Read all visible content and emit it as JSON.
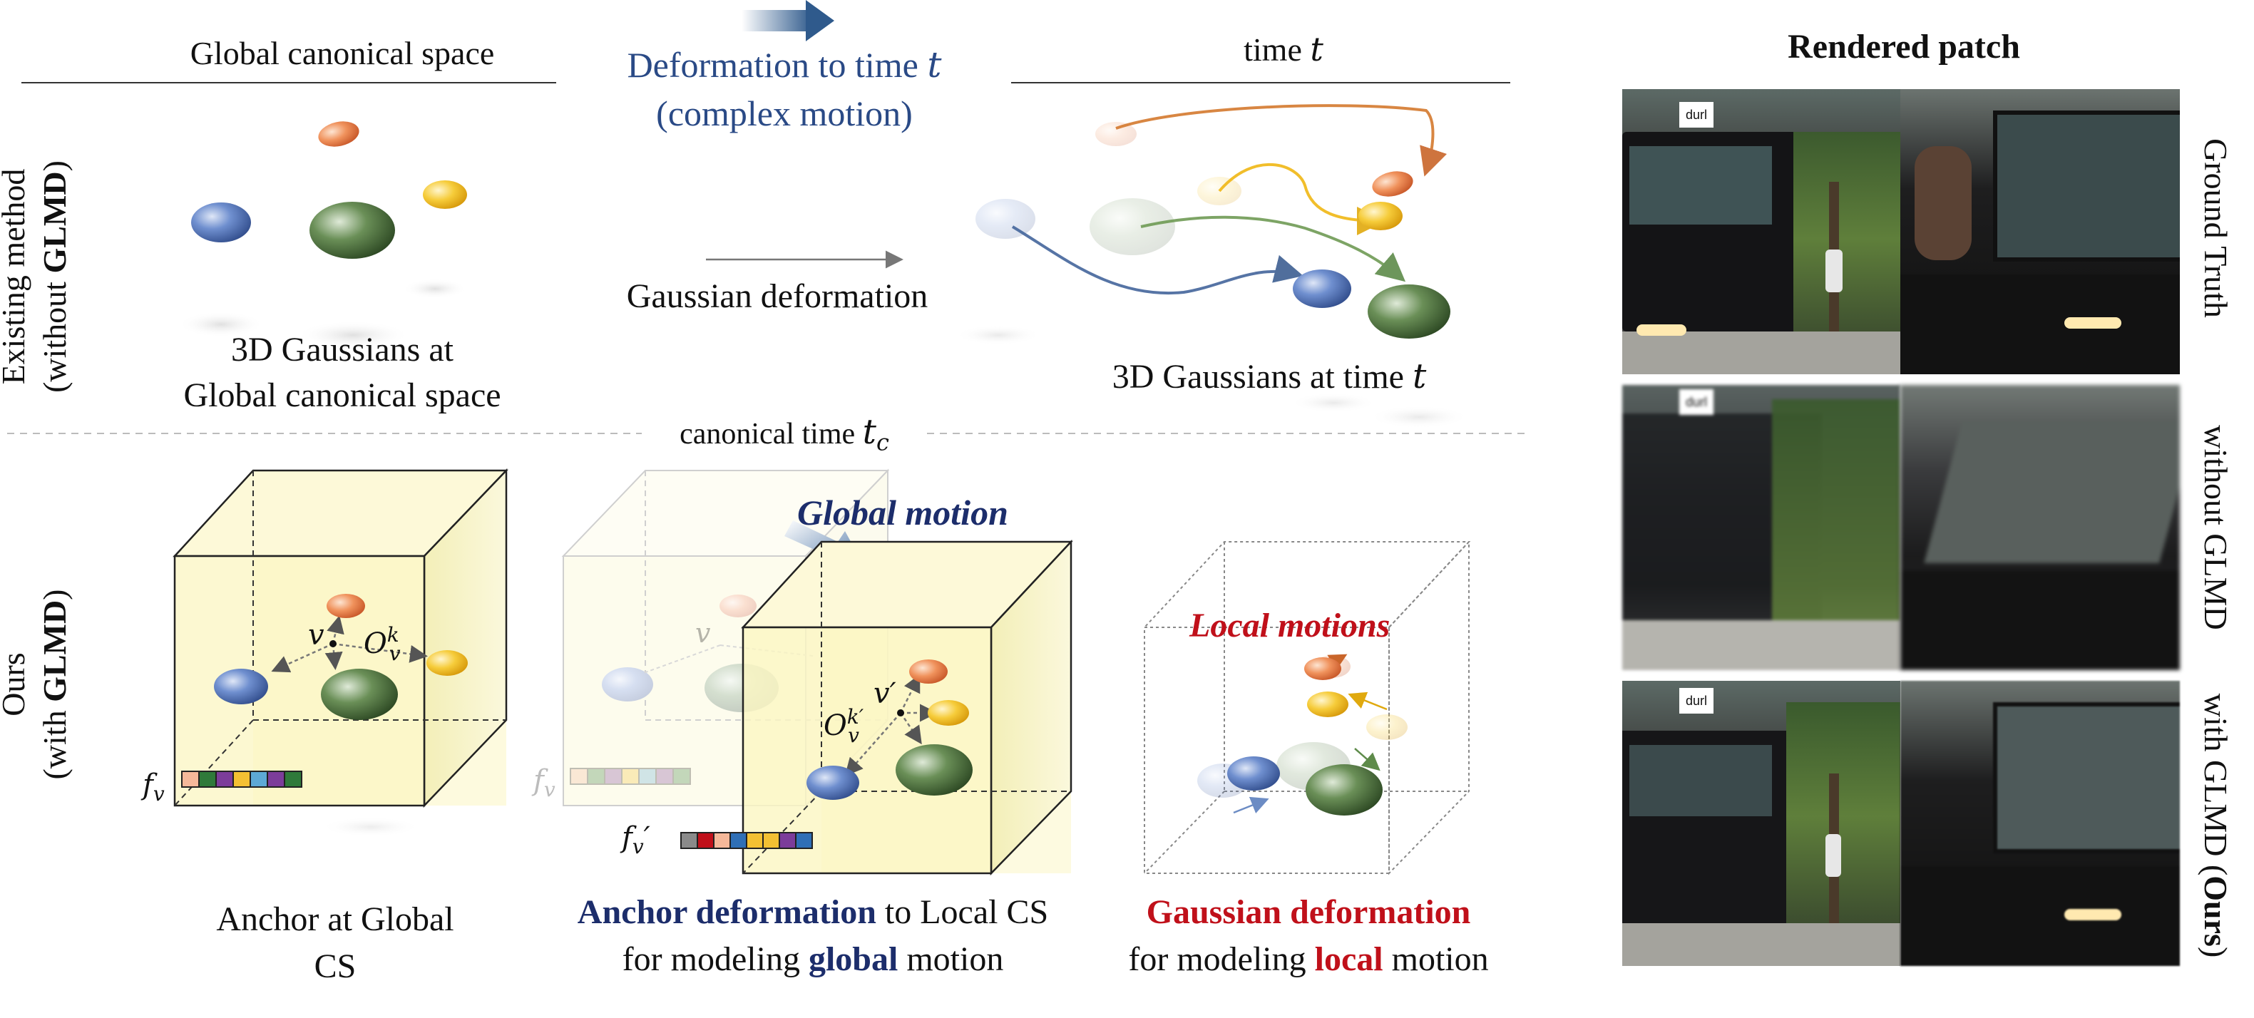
{
  "top": {
    "global_canonical_space": "Global canonical space",
    "deformation_line1": "Deformation to time",
    "deformation_t": "t",
    "deformation_line2": "(complex motion)",
    "time_prefix": "time",
    "time_t": "t",
    "gaussian_deformation": "Gaussian deformation",
    "gaussians_canonical_line1": "3D Gaussians at",
    "gaussians_canonical_line2": "Global canonical space",
    "gaussians_time_prefix": "3D Gaussians at time",
    "gaussians_time_t": "t",
    "canonical_time_prefix": "canonical time",
    "canonical_time_t": "t",
    "canonical_time_sub": "c"
  },
  "row_labels": {
    "existing_line1": "Existing method",
    "existing_line2_prefix": "(without ",
    "existing_line2_bold": "GLMD",
    "existing_line2_suffix": ")",
    "ours_line1": "Ours",
    "ours_line2_prefix": "(with ",
    "ours_line2_bold": "GLMD",
    "ours_line2_suffix": ")"
  },
  "bottom": {
    "global_motion": "Global motion",
    "local_motions": "Local motions",
    "anchor_global_line1": "Anchor at Global",
    "anchor_global_line2": "CS",
    "anchor_deform_bold": "Anchor deformation",
    "anchor_deform_rest": " to Local CS",
    "anchor_deform_line2_prefix": "for modeling ",
    "anchor_deform_line2_bold": "global",
    "anchor_deform_line2_suffix": " motion",
    "gauss_deform_bold": "Gaussian deformation",
    "gauss_deform_line2_prefix": "for modeling  ",
    "gauss_deform_line2_bold": "local",
    "gauss_deform_line2_suffix": " motion",
    "v": "v",
    "v_prime": "v′",
    "o_k": "O",
    "o_k_sup": "k",
    "o_k_sub": "v",
    "o_kp_sup": "k′",
    "f_v": "f",
    "f_v_sub": "v",
    "f_v_prime_sub": "v",
    "prime": "′"
  },
  "right_panel": {
    "title": "Rendered patch",
    "ground_truth": "Ground Truth",
    "without_glmd": "without GLMD",
    "with_glmd_prefix": "with GLMD (",
    "with_glmd_bold": "Ours",
    "with_glmd_suffix": ")",
    "sign_text": "durl"
  },
  "colors": {
    "navy": "#1c2d6b",
    "red": "#c0101a",
    "cube_fill": "#fbf6c2",
    "blue_gaussian": "#5677b8",
    "green_gaussian": "#4f7340",
    "orange_gaussian": "#e9824c",
    "yellow_gaussian": "#f3c22a"
  },
  "feature_colors": [
    "#f5b89a",
    "#2f7a3a",
    "#7c3d9a",
    "#f3c033",
    "#5da9d6",
    "#7c3d9a",
    "#2f7a3a"
  ],
  "feature_colors_prime": [
    "#8a8a8a",
    "#c0101a",
    "#f5b89a",
    "#2f6fb6",
    "#f3c033",
    "#f3c033",
    "#7c3d9a",
    "#2f6fb6"
  ]
}
